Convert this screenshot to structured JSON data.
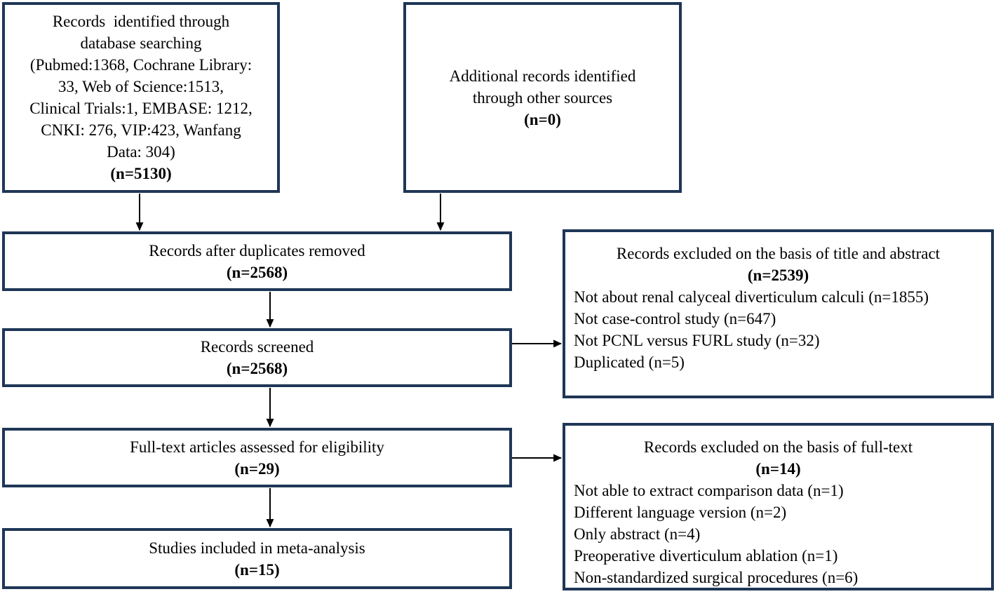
{
  "boxes": {
    "identified": {
      "text": "Records  identified through\ndatabase searching\n(Pubmed:1368, Cochrane Library:\n33, Web of Science:1513,\nClinical Trials:1, EMBASE: 1212,\nCNKI: 276, VIP:423, Wanfang\nData: 304)",
      "count": "(n=5130)"
    },
    "other_sources": {
      "text": "Additional records identified\nthrough other sources",
      "count": "(n=0)"
    },
    "duplicates_removed": {
      "text": "Records after duplicates removed",
      "count": "(n=2568)"
    },
    "screened": {
      "text": "Records screened",
      "count": "(n=2568)"
    },
    "fulltext_assessed": {
      "text": "Full-text articles assessed for eligibility",
      "count": "(n=29)"
    },
    "included": {
      "text": "Studies included in meta-analysis",
      "count": "(n=15)"
    },
    "excluded_title_abstract": {
      "title": "Records excluded on the basis of title and abstract",
      "count": "(n=2539)",
      "reasons": [
        "Not about renal calyceal diverticulum calculi (n=1855)",
        "Not case-control study (n=647)",
        "Not PCNL versus FURL study (n=32)",
        "Duplicated (n=5)"
      ]
    },
    "excluded_fulltext": {
      "title": "Records excluded on the basis of full-text",
      "count": "(n=14)",
      "reasons": [
        "Not able to extract comparison data (n=1)",
        "Different language version (n=2)",
        "Only abstract (n=4)",
        "Preoperative diverticulum ablation (n=1)",
        "Non-standardized surgical procedures (n=6)"
      ]
    }
  },
  "colors": {
    "border": "#1f3656",
    "arrow": "#000000",
    "text": "#000000",
    "background": "#ffffff"
  }
}
